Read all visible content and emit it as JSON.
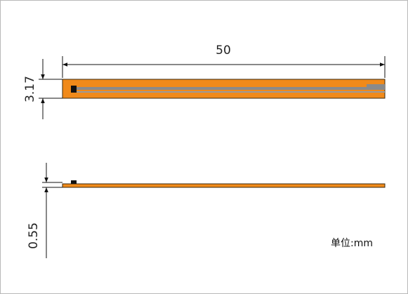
{
  "dimensions": {
    "length": "50",
    "width": "3.17",
    "thickness": "0.55"
  },
  "unit_label": "单位:mm",
  "colors": {
    "strip_fill": "#f08a1a",
    "strip_edge": "#3a2a10",
    "trace": "#8a8a8a",
    "pad": "#111111",
    "line": "#111111"
  }
}
